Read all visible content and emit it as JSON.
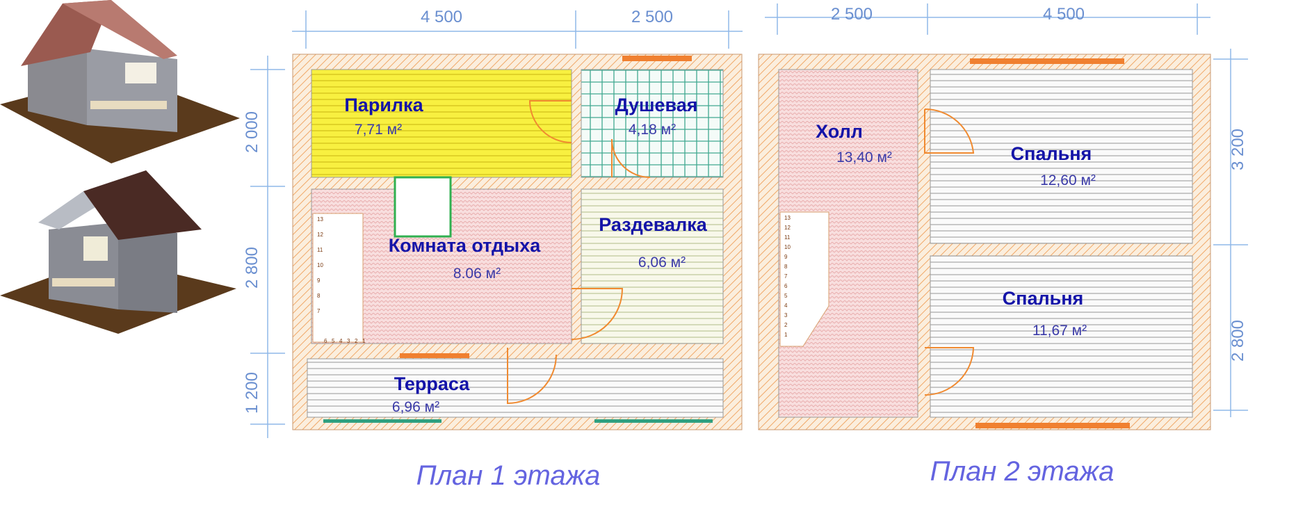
{
  "houses": [
    "house-view-front",
    "house-view-side"
  ],
  "plan1": {
    "caption": "План 1 этажа",
    "dims": {
      "top": [
        "4 500",
        "2 500"
      ],
      "left": [
        "2 000",
        "2 800",
        "1 200"
      ]
    },
    "rooms": [
      {
        "name": "Парилка",
        "area": "7,71 м²"
      },
      {
        "name": "Душевая",
        "area": "4,18 м²"
      },
      {
        "name": "Комната отдыха",
        "area": "8.06 м²"
      },
      {
        "name": "Раздевалка",
        "area": "6,06 м²"
      },
      {
        "name": "Терраса",
        "area": "6,96 м²"
      }
    ],
    "stair_numbers": [
      "13",
      "12",
      "11",
      "10",
      "9",
      "8",
      "7",
      "6",
      "5",
      "4",
      "3",
      "2",
      "1"
    ]
  },
  "plan2": {
    "caption": "План 2 этажа",
    "dims": {
      "top": [
        "2 500",
        "4 500"
      ],
      "right": [
        "3 200",
        "2 800"
      ]
    },
    "rooms": [
      {
        "name": "Холл",
        "area": "13,40 м²"
      },
      {
        "name": "Спальня",
        "area": "12,60 м²"
      },
      {
        "name": "Спальня",
        "area": "11,67 м²"
      }
    ],
    "stair_numbers": [
      "13",
      "12",
      "11",
      "10",
      "9",
      "8",
      "7",
      "6",
      "5",
      "4",
      "3",
      "2",
      "1"
    ]
  },
  "colors": {
    "wall": "#f6e2cc",
    "hatch": "#f0a060",
    "steam": "#f8f040",
    "hall": "#f8d8d8",
    "label": "#1414a8"
  }
}
